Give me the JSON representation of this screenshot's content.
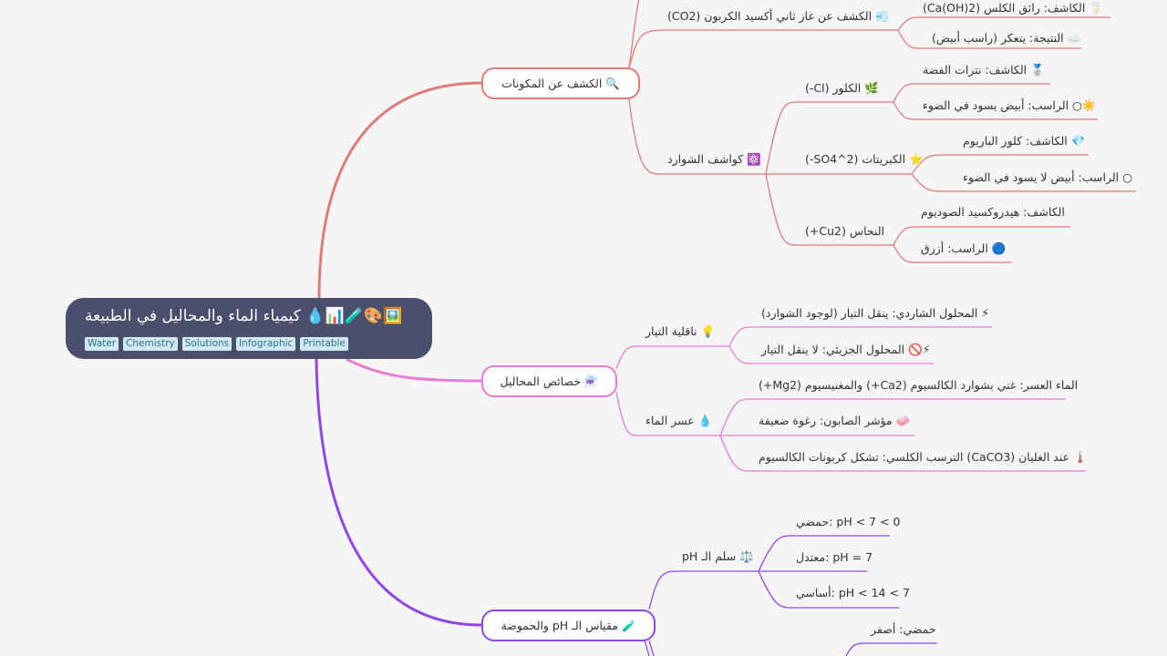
{
  "root": {
    "title": "🖼️🎨🧪📊💧 كيمياء الماء والمحاليل في الطبيعة",
    "tags": [
      "Water",
      "Chemistry",
      "Solutions",
      "Infographic",
      "Printable"
    ]
  },
  "colors": {
    "branch_detection": "#e07b7b",
    "branch_properties": "#e97bd6",
    "branch_ph": "#9146e8",
    "root_bg": "#4c4f6b"
  },
  "detection": {
    "label": "🔍 الكشف عن المكونات",
    "co2": {
      "label": "💨 الكشف عن غاز ثاني أكسيد الكربون (CO2)",
      "reagent": "🥛 الكاشف: رائق الكلس (Ca(OH)2)",
      "result": "☁️ النتيجة: يتعكر (راسب أبيض)"
    },
    "ions": {
      "label": "⚛️ كواشف الشوارد",
      "chloride": {
        "label": "🌿 الكلور (Cl-)",
        "reagent": "🥈 الكاشف: نترات الفضة",
        "precipitate": "☀️○ الراسب: أبيض يسود في الضوء"
      },
      "sulfate": {
        "label": "⭐ الكبريتات (SO4^2-)",
        "reagent": "💎 الكاشف: كلور الباريوم",
        "precipitate": "○ الراسب: أبيض لا يسود في الضوء"
      },
      "copper": {
        "label": "النحاس (Cu2+)",
        "reagent": "الكاشف: هيدروكسيد الصوديوم",
        "precipitate": "🔵 الراسب: أزرق"
      }
    }
  },
  "properties": {
    "label": "⚗️ خصائص المحاليل",
    "conductivity": {
      "label": "💡 ناقلية التيار",
      "ionic": "⚡ المحلول الشاردي: ينقل التيار (لوجود الشوارد)",
      "molecular": "⚡🚫 المحلول الجزيئي: لا ينقل التيار"
    },
    "hardness": {
      "label": "💧 عسر الماء",
      "hard_water": "الماء العسر: غني بشوارد الكالسيوم (Ca2+) والمغنيسيوم (Mg2+)",
      "soap": "🧼 مؤشر الصابون: رغوة ضعيفة",
      "boiling": "🌡️ عند الغليان (CaCO3) الترسب الكلسي: تشكل كربونات الكالسيوم"
    }
  },
  "ph": {
    "label": "🧪 مقياس الـ pH والحموضة",
    "scale": {
      "label": "⚖️ سلم الـ pH",
      "acidic": "0 > pH < 7 :حمضي",
      "neutral": "pH = 7 :معتدل",
      "basic": "7 > pH < 14 :أساسي"
    },
    "indicator_acidic": "حمضي: أصفر"
  }
}
